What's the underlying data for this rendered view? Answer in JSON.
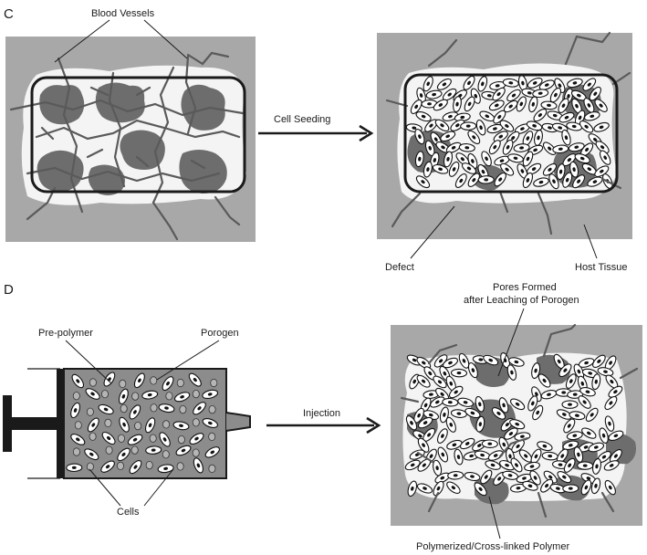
{
  "panel_c": {
    "letter": "C",
    "label_blood_vessels": "Blood Vessels",
    "label_cell_seeding": "Cell Seeding",
    "label_defect": "Defect",
    "label_host_tissue": "Host Tissue"
  },
  "panel_d": {
    "letter": "D",
    "label_pre_polymer": "Pre-polymer",
    "label_porogen": "Porogen",
    "label_cells": "Cells",
    "label_injection": "Injection",
    "label_pores_line1": "Pores Formed",
    "label_pores_line2": "after Leaching of Porogen",
    "label_polymer": "Polymerized/Cross-linked Polymer"
  },
  "colors": {
    "tissue": "#a8a8a8",
    "defect": "#f4f4f4",
    "blob": "#6d6d6d",
    "vessel": "#5a5a5a",
    "outline": "#1a1a1a",
    "syringe_fill": "#8c8c8c",
    "porogen": "#b5b5b5"
  }
}
